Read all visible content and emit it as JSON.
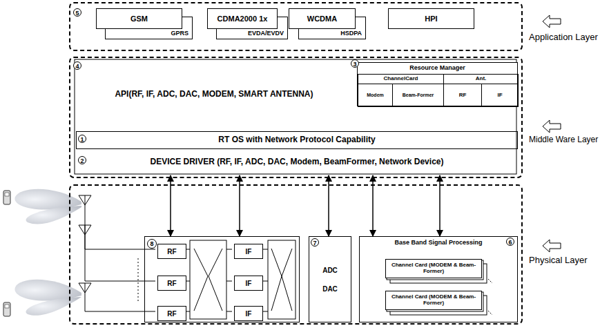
{
  "diagram": {
    "nodes": [
      {
        "text": [
          "Application Layer"
        ]
      },
      {
        "text": [
          "GSM"
        ],
        "in": 0
      },
      {
        "text": [
          "GPRS"
        ],
        "in": 0
      },
      {
        "text": [
          "CDMA2000 1x"
        ],
        "in": 0
      },
      {
        "text": [
          "EVDA/EVDV"
        ],
        "in": 0
      },
      {
        "text": [
          "WCDMA"
        ],
        "in": 0
      },
      {
        "text": [
          "HSDPA"
        ],
        "in": 0
      },
      {
        "text": [
          "HPI"
        ],
        "in": 0
      },
      {
        "text": [
          "Middle Ware Layer"
        ]
      },
      {
        "text": [
          "API(RF, IF, ADC, DAC, MODEM, SMART ANTENNA)"
        ],
        "in": 8
      },
      {
        "text": [
          "Resource Manager"
        ],
        "in": 8
      },
      {
        "text": [
          "ChannelCard"
        ],
        "in": 10
      },
      {
        "text": [
          "Ant."
        ],
        "in": 10
      },
      {
        "text": [
          "Modem"
        ],
        "in": 10
      },
      {
        "text": [
          "Beam-Former"
        ],
        "in": 10
      },
      {
        "text": [
          "RF"
        ],
        "in": 10
      },
      {
        "text": [
          "IF"
        ],
        "in": 10
      },
      {
        "text": [
          "RT OS with Network Protocol Capability"
        ],
        "in": 8
      },
      {
        "text": [
          "DEVICE DRIVER (RF, IF, ADC, DAC, Modem, BeamFormer, Network Device)"
        ],
        "in": 8
      },
      {
        "text": [
          "Physical Layer"
        ]
      },
      {
        "text": [
          "8"
        ],
        "in": 19
      },
      {
        "text": [
          "RF"
        ],
        "in": 20
      },
      {
        "text": [
          "RF"
        ],
        "in": 20
      },
      {
        "text": [
          "RF"
        ],
        "in": 20
      },
      {
        "text": [
          "IF"
        ],
        "in": 20
      },
      {
        "text": [
          "IF"
        ],
        "in": 20
      },
      {
        "text": [
          "IF"
        ],
        "in": 20
      },
      {
        "text": [
          "ADC",
          "DAC"
        ],
        "in": 19
      },
      {
        "text": [
          "Base Band Signal Processing"
        ],
        "in": 19
      },
      {
        "text": [
          "Channel Card (MODEM & Beam-Former)"
        ],
        "in": 28
      },
      {
        "text": [
          "Channel Card (MODEM & Beam-Former)"
        ],
        "in": 28
      }
    ],
    "edges": [
      {
        "from": 18,
        "to": 20,
        "arrow": "both"
      },
      {
        "from": 18,
        "to": 20,
        "arrow": "both"
      },
      {
        "from": 18,
        "to": 27,
        "arrow": "both"
      },
      {
        "from": 18,
        "to": 28,
        "arrow": "both"
      },
      {
        "from": 18,
        "to": 28,
        "arrow": "both"
      }
    ],
    "labels": [
      "5",
      "4",
      "3",
      "1",
      "2",
      "7",
      "6"
    ]
  }
}
